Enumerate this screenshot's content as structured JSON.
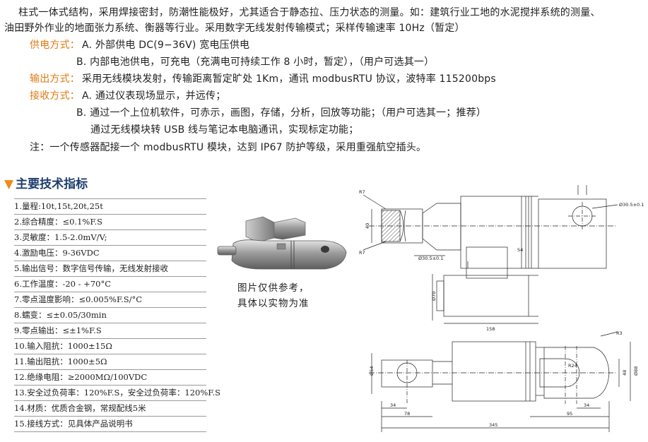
{
  "intro": {
    "line1": "柱式一体式结构，采用焊接密封，防潮性能极好，尤其适合于静态拉、压力状态的测量。如：建筑行业工地的水泥搅拌系统的测量、",
    "line2": "油田野外作业的地面张力系统、衡器等行业。采用数字无线发射传输模式；采样传输速率 10Hz（暂定）"
  },
  "power": {
    "label": "供电方式：",
    "a": "A. 外部供电 DC(9−36V) 宽电压供电",
    "b": "B. 内部电池供电，可充电（充满电可持续工作 8 小时，暂定），（用户可选其一）"
  },
  "output": {
    "label": "输出方式：",
    "text": "采用无线模块发射，传输距离暂定旷处 1Km，通讯 modbusRTU 协议，波特率 115200bps"
  },
  "receive": {
    "label": "接收方式：",
    "a": "A. 通过仪表现场显示，并远传；",
    "b": "B. 通过一个上位机软件，可赤示，画图，存储，分析，回放等功能；（用户可选其一；推荐）",
    "c": "通过无线模块转 USB 线与笔记本电脑通讯，实现标定功能；"
  },
  "note": "注：一个传感器配接一个 modbusRTU 模块，达到 IP67 防护等级，采用重强航空插头。",
  "section_title": "主要技术指标",
  "specs": [
    "1.量程:10t,15t,20t,25t",
    "2.综合精度：≤0.1%F.S",
    "3.灵敏度：1.5-2.0mV/V;",
    "4.激励电压：9-36VDC",
    "5.输出信号：数字信号传输，无线发射接收",
    "6.工作温度：-20 - +70°C",
    "7.零点温度影响：≤0.005%F.S/°C",
    "8.蠕变：≤±0.05/30min",
    "9.零点输出：≤±1%F.S",
    "10.输入阻抗：1000±15Ω",
    "11.输出阻抗：1000±5Ω",
    "12.绝缘电阻：≥2000MΩ/100VDC",
    "13.安全过负荷率：120%F.S，安全过负荷率：120%F.S",
    "14.材质：优质合金钢，常规配线5米",
    "15.接线方式：见具体产品说明书"
  ],
  "caption": {
    "line1": "图片仅供参考，",
    "line2": "具体以实物为准"
  },
  "drawing": {
    "dims": {
      "r7_top": "R7",
      "r7_bot": "R7",
      "d40": "40",
      "d305_small": "Ø30.5±0.1",
      "d305_right": "Ø30.5±0.1",
      "s4": "S4",
      "d70": "Ø70",
      "d158": "158",
      "r3": "R3",
      "d54": "Ø54",
      "r24": "R24",
      "d48": "48",
      "d88": "Ø88",
      "d34_left": "34",
      "d78": "78",
      "d34_right": "34",
      "d95": "95",
      "d345": "345"
    }
  }
}
